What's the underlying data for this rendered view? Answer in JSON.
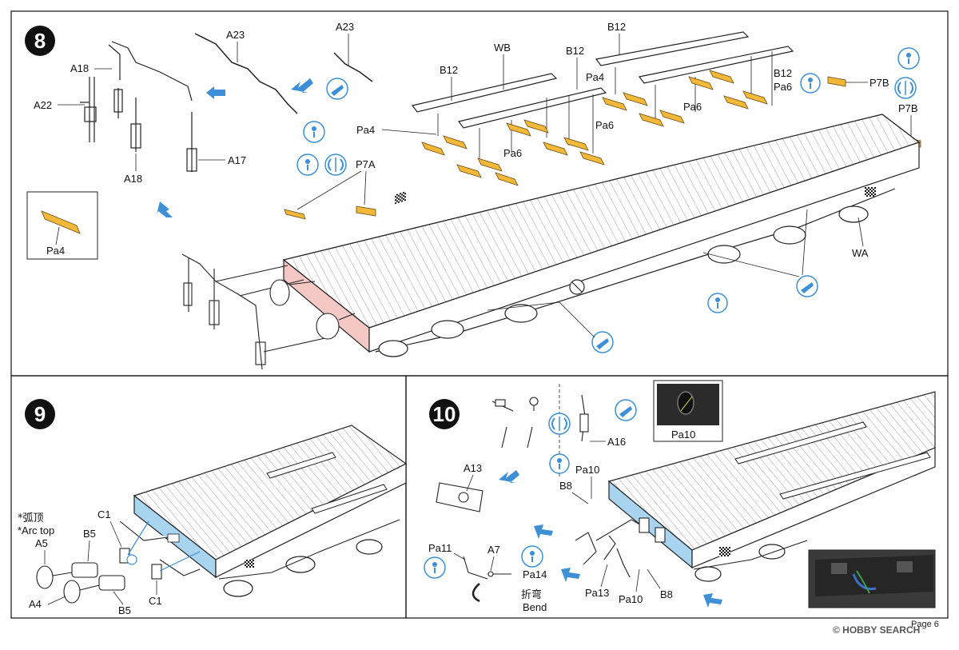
{
  "colors": {
    "accent_blue": "#3d8fd6",
    "part_yellow": "#f2b83a",
    "glue_red": "#f4c8c4",
    "glue_blue": "#a9d4ef",
    "line": "#222222"
  },
  "steps": {
    "step8": {
      "number": "8",
      "labels": {
        "a23_left": "A23",
        "a23_right": "A23",
        "a18_top": "A18",
        "a22": "A22",
        "a18_bottom": "A18",
        "a17": "A17",
        "wb": "WB",
        "b12_left": "B12",
        "b12_mid": "B12",
        "b12_top": "B12",
        "b12_right": "B12",
        "pa4_top": "Pa4",
        "pa4_left": "Pa4",
        "pa6_right": "Pa6",
        "pa6_mid": "Pa6",
        "pa6_center": "Pa6",
        "pa6_left": "Pa6",
        "p7a": "P7A",
        "p7b_top": "P7B",
        "p7b_bottom": "P7B",
        "pa4_inset": "Pa4",
        "wa": "WA"
      }
    },
    "step9": {
      "number": "9",
      "labels": {
        "arc_cn": "*弧顶",
        "arc_en": "*Arc top",
        "c1_top": "C1",
        "a5": "A5",
        "b5_top": "B5",
        "a4": "A4",
        "b5_bottom": "B5",
        "c1_bottom": "C1"
      }
    },
    "step10": {
      "number": "10",
      "labels": {
        "a16": "A16",
        "pa10_inset": "Pa10",
        "a13": "A13",
        "pa10_top": "Pa10",
        "b8_top": "B8",
        "pa11": "Pa11",
        "a7": "A7",
        "pa14": "Pa14",
        "bend_cn": "折弯",
        "bend_en": "Bend",
        "pa13": "Pa13",
        "pa10_bottom": "Pa10",
        "b8_bottom": "B8"
      }
    }
  },
  "footer": {
    "watermark": "© HOBBY SEARCH",
    "page": "Page 6"
  }
}
